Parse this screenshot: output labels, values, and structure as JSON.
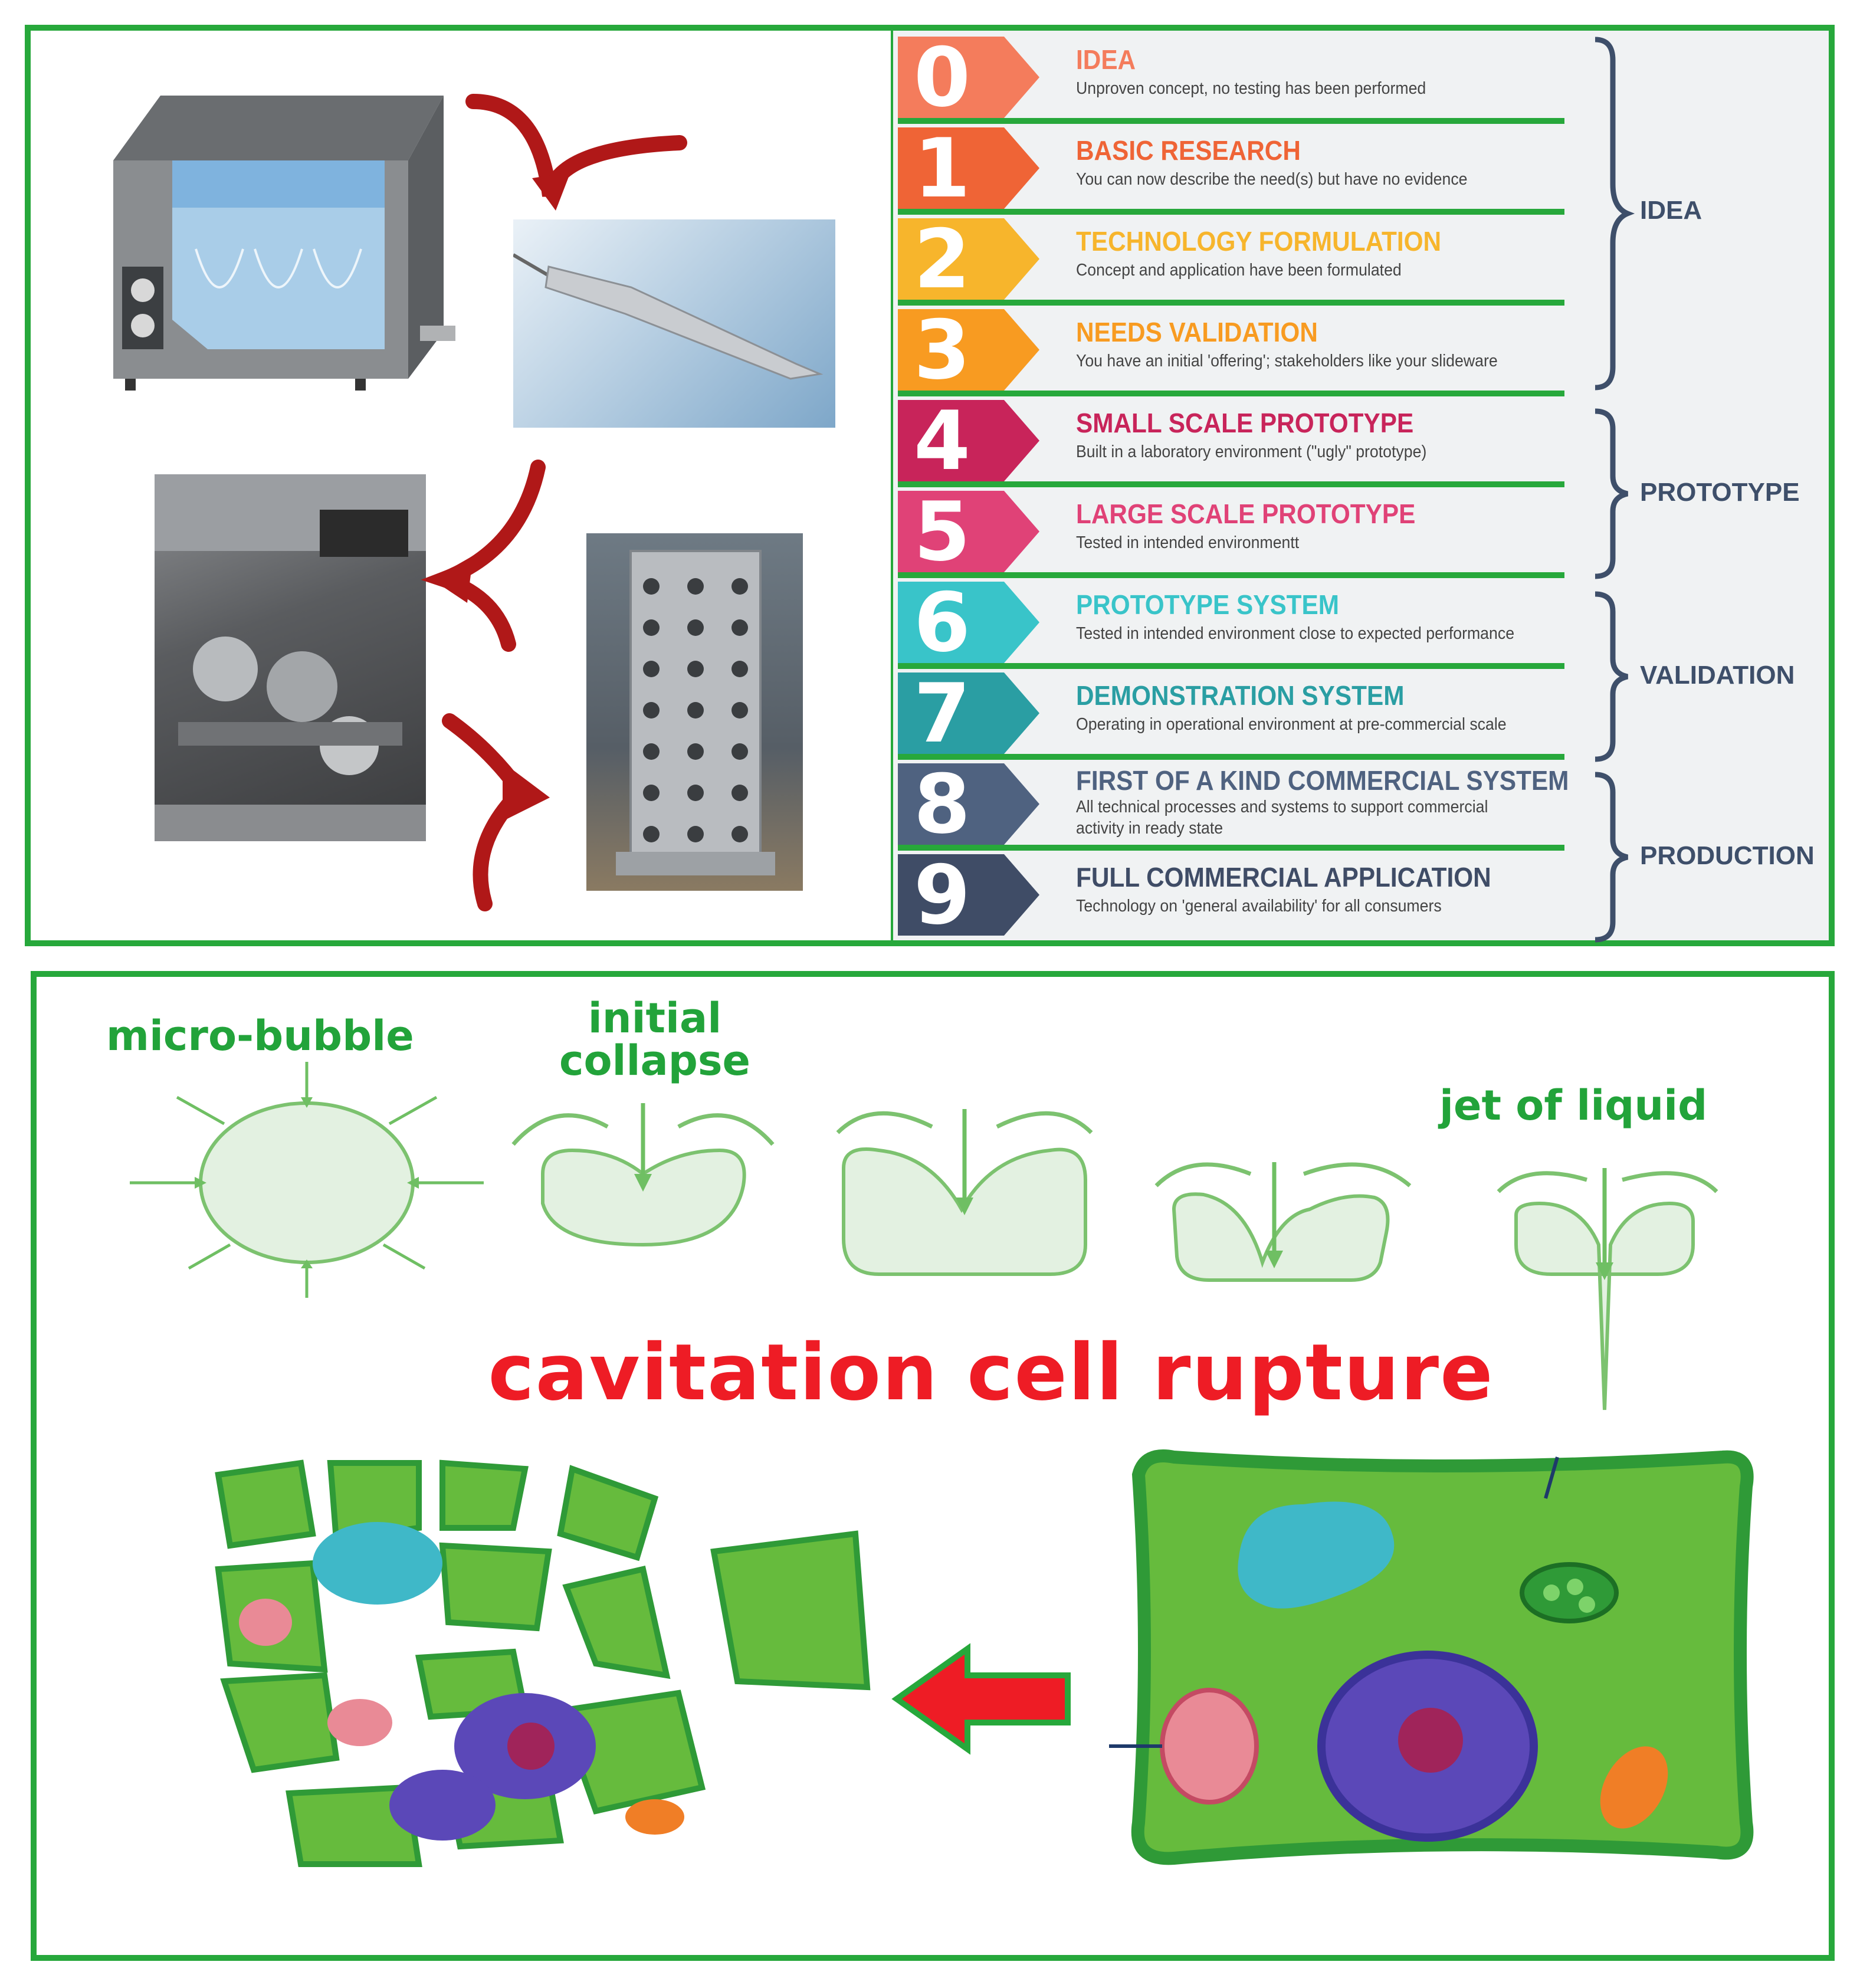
{
  "trl_levels": [
    {
      "number": "0",
      "title": "IDEA",
      "description": "Unproven concept, no testing has been performed",
      "color": "#f47c5c"
    },
    {
      "number": "1",
      "title": "BASIC RESEARCH",
      "description": "You can now describe the need(s) but have no evidence",
      "color": "#ef6436"
    },
    {
      "number": "2",
      "title": "TECHNOLOGY FORMULATION",
      "description": "Concept and application have been formulated",
      "color": "#f7b52c"
    },
    {
      "number": "3",
      "title": "NEEDS VALIDATION",
      "description": "You have an initial 'offering'; stakeholders like your slideware",
      "color": "#f89b21"
    },
    {
      "number": "4",
      "title": "SMALL SCALE PROTOTYPE",
      "description": "Built in a laboratory environment (\"ugly\" prototype)",
      "color": "#c8245a"
    },
    {
      "number": "5",
      "title": "LARGE SCALE PROTOTYPE",
      "description": "Tested in intended environmentt",
      "color": "#e04277"
    },
    {
      "number": "6",
      "title": "PROTOTYPE SYSTEM",
      "description": "Tested in intended environment close to expected performance",
      "color": "#39c4c9"
    },
    {
      "number": "7",
      "title": "DEMONSTRATION SYSTEM",
      "description": "Operating in operational environment at pre-commercial scale",
      "color": "#2a9ea3"
    },
    {
      "number": "8",
      "title": "FIRST OF A KIND COMMERCIAL SYSTEM",
      "description": "All technical processes and systems to support commercial activity in ready state",
      "color": "#4f6280"
    },
    {
      "number": "9",
      "title": "FULL COMMERCIAL APPLICATION",
      "description": "Technology on 'general availability' for all consumers",
      "color": "#3f4c66"
    }
  ],
  "phases": [
    {
      "label": "IDEA"
    },
    {
      "label": "PROTOTYPE"
    },
    {
      "label": "VALIDATION"
    },
    {
      "label": "PRODUCTION"
    }
  ],
  "stages": {
    "micro_bubble": "micro-bubble",
    "initial_collapse_1": "initial",
    "initial_collapse_2": "collapse",
    "jet_of_liquid": "jet of liquid"
  },
  "title": "cavitation cell rupture",
  "colors": {
    "frame_green": "#27a83b",
    "title_red": "#ee1c25",
    "arrow_red": "#b01818",
    "cell_green": "#66bb3d"
  }
}
